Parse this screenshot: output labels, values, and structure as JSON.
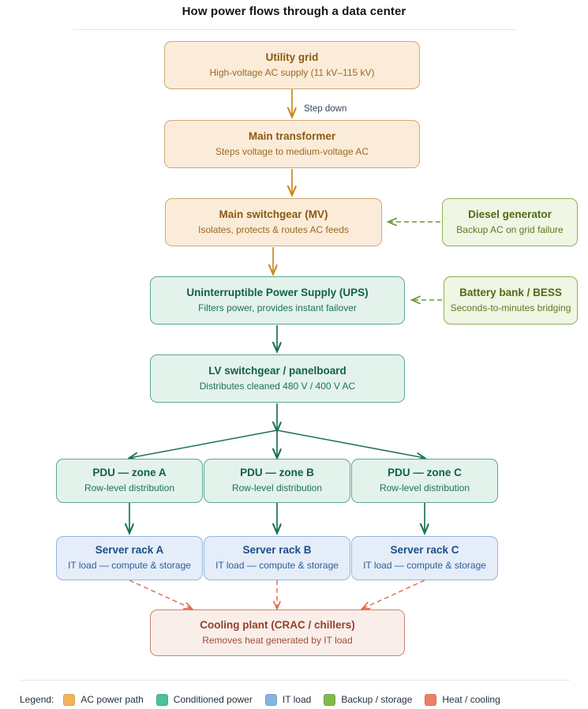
{
  "title": "How power flows through a data center",
  "nodes": [
    {
      "id": "utility-grid",
      "title": "Utility grid",
      "subtitle": "High-voltage AC supply (11 kV–115 kV)",
      "category": "ac"
    },
    {
      "id": "main-transformer",
      "title": "Main transformer",
      "subtitle": "Steps voltage to medium-voltage AC",
      "category": "ac"
    },
    {
      "id": "main-switchgear",
      "title": "Main switchgear (MV)",
      "subtitle": "Isolates, protects & routes AC feeds",
      "category": "ac"
    },
    {
      "id": "diesel-generator",
      "title": "Diesel generator",
      "subtitle": "Backup AC on grid failure",
      "category": "backup"
    },
    {
      "id": "ups",
      "title": "Uninterruptible Power Supply (UPS)",
      "subtitle": "Filters power, provides instant failover",
      "category": "conditioned"
    },
    {
      "id": "battery-bank",
      "title": "Battery bank / BESS",
      "subtitle": "Seconds-to-minutes bridging",
      "category": "backup"
    },
    {
      "id": "lv-switchgear",
      "title": "LV switchgear / panelboard",
      "subtitle": "Distributes cleaned 480 V / 400 V AC",
      "category": "conditioned"
    },
    {
      "id": "pdu-zone-a",
      "title": "PDU — zone A",
      "subtitle": "Row-level distribution",
      "category": "conditioned"
    },
    {
      "id": "pdu-zone-b",
      "title": "PDU — zone B",
      "subtitle": "Row-level distribution",
      "category": "conditioned"
    },
    {
      "id": "pdu-zone-c",
      "title": "PDU — zone C",
      "subtitle": "Row-level distribution",
      "category": "conditioned"
    },
    {
      "id": "server-rack-a",
      "title": "Server rack A",
      "subtitle": "IT load — compute & storage",
      "category": "it"
    },
    {
      "id": "server-rack-b",
      "title": "Server rack B",
      "subtitle": "IT load — compute & storage",
      "category": "it"
    },
    {
      "id": "server-rack-c",
      "title": "Server rack C",
      "subtitle": "IT load — compute & storage",
      "category": "it"
    },
    {
      "id": "cooling-plant",
      "title": "Cooling plant (CRAC / chillers)",
      "subtitle": "Removes heat generated by IT load",
      "category": "heat"
    }
  ],
  "edges": [
    {
      "from": "utility-grid",
      "to": "main-transformer",
      "label": "Step down",
      "style": "solid",
      "color": "#c98a1e"
    },
    {
      "from": "main-transformer",
      "to": "main-switchgear",
      "label": "",
      "style": "solid",
      "color": "#c98a1e"
    },
    {
      "from": "main-switchgear",
      "to": "ups",
      "label": "",
      "style": "solid",
      "color": "#c98a1e"
    },
    {
      "from": "diesel-generator",
      "to": "main-switchgear",
      "label": "",
      "style": "dashed",
      "color": "#6f9a3c"
    },
    {
      "from": "battery-bank",
      "to": "ups",
      "label": "",
      "style": "dashed",
      "color": "#6f9a3c"
    },
    {
      "from": "ups",
      "to": "lv-switchgear",
      "label": "",
      "style": "solid",
      "color": "#1d7257"
    },
    {
      "from": "lv-switchgear",
      "to": "pdu-zone-a",
      "label": "",
      "style": "solid",
      "color": "#1d7257"
    },
    {
      "from": "lv-switchgear",
      "to": "pdu-zone-b",
      "label": "",
      "style": "solid",
      "color": "#1d7257"
    },
    {
      "from": "lv-switchgear",
      "to": "pdu-zone-c",
      "label": "",
      "style": "solid",
      "color": "#1d7257"
    },
    {
      "from": "pdu-zone-a",
      "to": "server-rack-a",
      "label": "",
      "style": "solid",
      "color": "#1d7257"
    },
    {
      "from": "pdu-zone-b",
      "to": "server-rack-b",
      "label": "",
      "style": "solid",
      "color": "#1d7257"
    },
    {
      "from": "pdu-zone-c",
      "to": "server-rack-c",
      "label": "",
      "style": "solid",
      "color": "#1d7257"
    },
    {
      "from": "server-rack-a",
      "to": "cooling-plant",
      "label": "",
      "style": "dashed",
      "color": "#e0674a"
    },
    {
      "from": "server-rack-b",
      "to": "cooling-plant",
      "label": "",
      "style": "dashed",
      "color": "#e0674a"
    },
    {
      "from": "server-rack-c",
      "to": "cooling-plant",
      "label": "",
      "style": "dashed",
      "color": "#e0674a"
    }
  ],
  "legend": {
    "title": "Legend:",
    "items": [
      {
        "label": "AC power path",
        "color": "#f2b45c"
      },
      {
        "label": "Conditioned power",
        "color": "#49c295"
      },
      {
        "label": "IT load",
        "color": "#85b4e3"
      },
      {
        "label": "Backup / storage",
        "color": "#83b94a"
      },
      {
        "label": "Heat / cooling",
        "color": "#ef7f63"
      }
    ]
  }
}
